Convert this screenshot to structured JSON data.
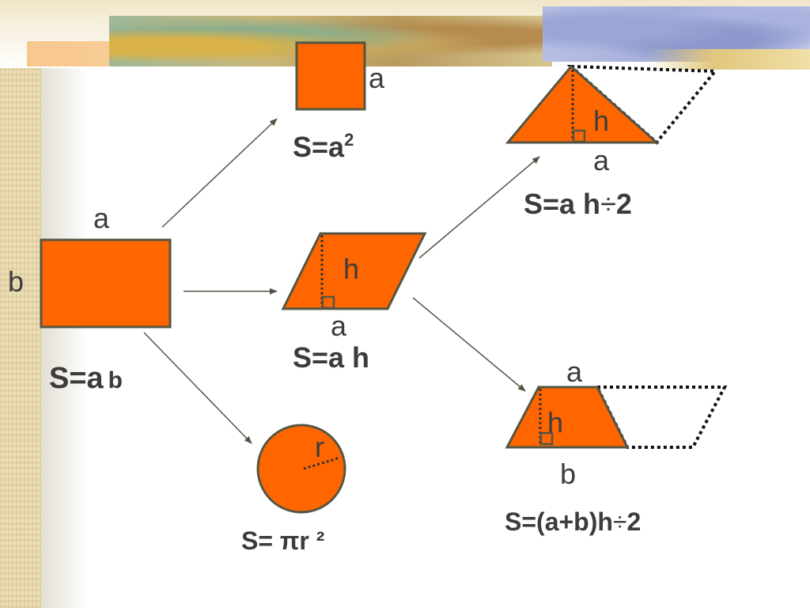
{
  "colors": {
    "shape_fill": "#ff6600",
    "shape_stroke": "#555544",
    "text": "#3c3c3c"
  },
  "rectangle": {
    "side_top": "a",
    "side_left": "b",
    "formula_main": "S=a",
    "formula_tail": "b"
  },
  "square": {
    "side": "a",
    "formula_main": "S=a",
    "formula_sup": "2"
  },
  "parallelogram": {
    "height": "h",
    "base": "a",
    "formula": "S=a h"
  },
  "triangle": {
    "height": "h",
    "base": "a",
    "formula_main": "S=a h",
    "formula_op": "÷",
    "formula_tail": "2"
  },
  "trapezoid": {
    "top": "a",
    "height": "h",
    "bottom": "b",
    "formula_main": "S=(a+b)h",
    "formula_op": "÷",
    "formula_tail": "2"
  },
  "circle": {
    "radius": "r",
    "formula": "S= πr ²"
  }
}
